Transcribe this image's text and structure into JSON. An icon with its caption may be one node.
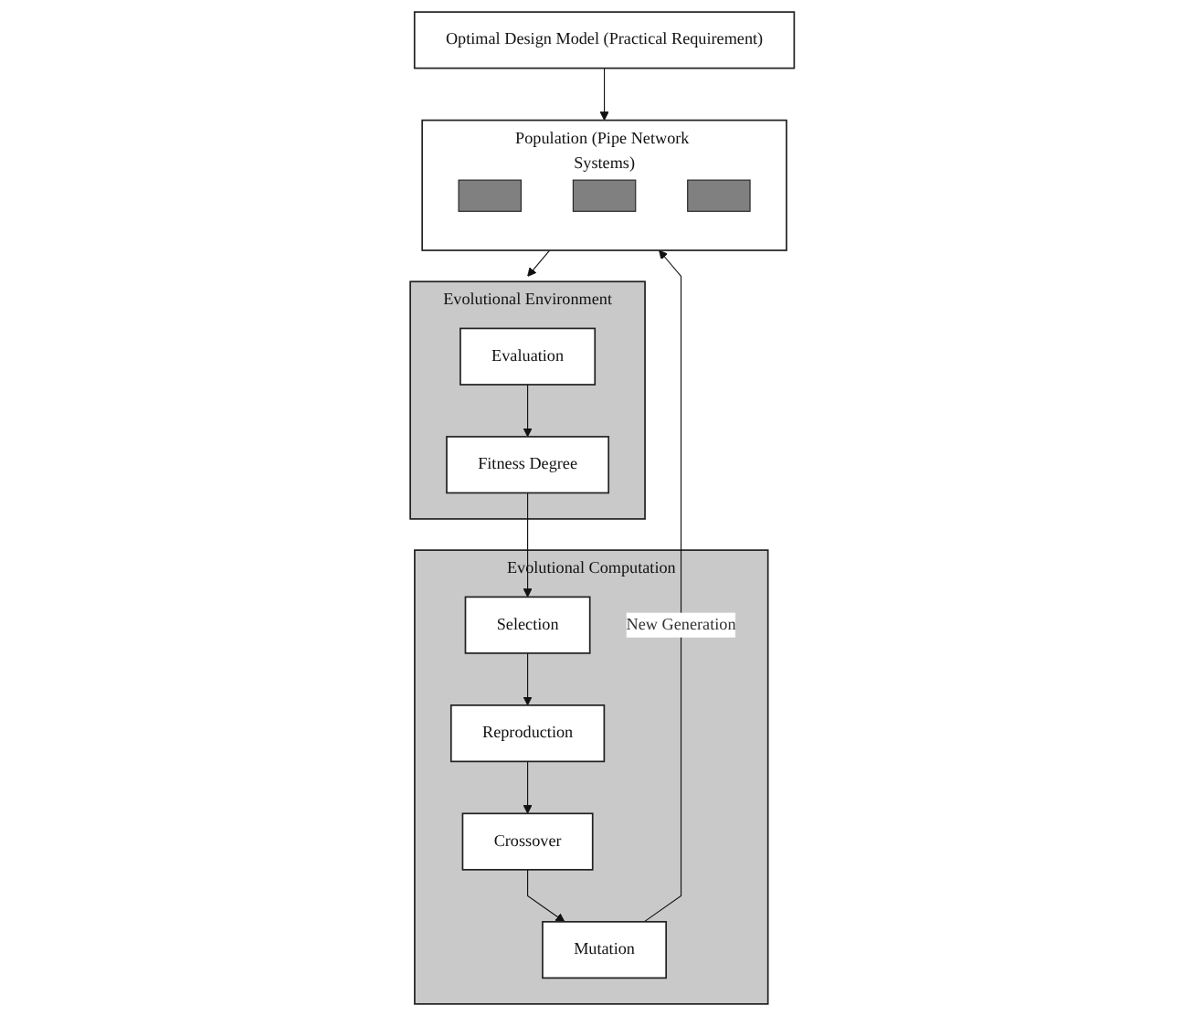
{
  "diagram": {
    "nodes": [
      {
        "text": [
          "Population (Pipe Network Systems)"
        ]
      },
      {
        "text": [],
        "shape": "bar",
        "in": 0
      },
      {
        "text": [],
        "shape": "bar",
        "in": 0
      },
      {
        "text": [],
        "shape": "bar",
        "in": 0
      },
      {
        "text": [
          "Optimal Design Model (Practical Requirement)"
        ]
      },
      {
        "text": [
          "Evolutional Computation"
        ]
      },
      {
        "text": [
          "Mutation"
        ],
        "in": 5
      },
      {
        "text": [
          "Crossover"
        ],
        "in": 5
      },
      {
        "text": [
          "Reproduction"
        ],
        "in": 5
      },
      {
        "text": [
          "Selection"
        ],
        "in": 5
      },
      {
        "text": [
          "Evolutional Environment"
        ]
      },
      {
        "text": [
          "Evaluation"
        ],
        "in": 10
      },
      {
        "text": [
          "Fitness Degree"
        ],
        "in": 10
      }
    ],
    "edges": [
      {
        "from": 4,
        "to": 0,
        "arrow": "to"
      },
      {
        "from": 6,
        "to": 0,
        "arrow": "to",
        "label": "New Generation"
      },
      {
        "from": 0,
        "to": 10,
        "arrow": "to"
      },
      {
        "from": 11,
        "to": 12,
        "arrow": "to"
      },
      {
        "from": 12,
        "to": 9,
        "arrow": "to"
      },
      {
        "from": 9,
        "to": 8,
        "arrow": "to"
      },
      {
        "from": 8,
        "to": 7,
        "arrow": "to"
      },
      {
        "from": 7,
        "to": 6,
        "arrow": "to"
      }
    ]
  }
}
